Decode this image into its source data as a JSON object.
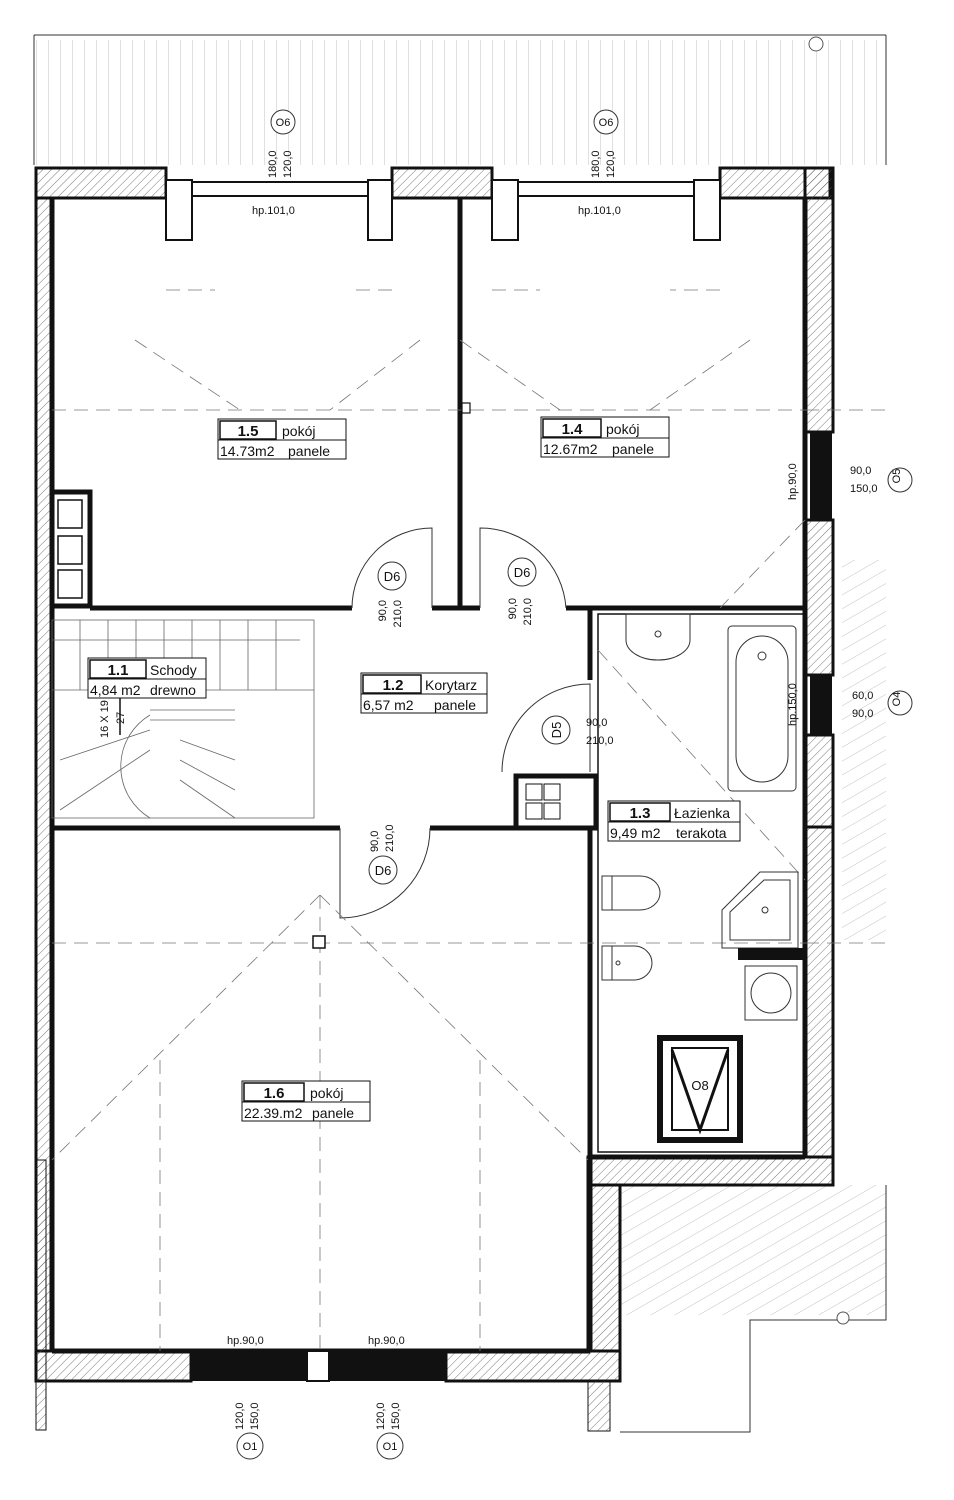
{
  "rooms": [
    {
      "id": "1.1",
      "name": "Schody",
      "area": "4,84 m2",
      "floor": "drewno"
    },
    {
      "id": "1.2",
      "name": "Korytarz",
      "area": "6,57 m2",
      "floor": "panele"
    },
    {
      "id": "1.3",
      "name": "Łazienka",
      "area": "9,49 m2",
      "floor": "terakota"
    },
    {
      "id": "1.4",
      "name": "pokój",
      "area": "12.67m2",
      "floor": "panele"
    },
    {
      "id": "1.5",
      "name": "pokój",
      "area": "14.73m2",
      "floor": "panele"
    },
    {
      "id": "1.6",
      "name": "pokój",
      "area": "22.39.m2",
      "floor": "panele"
    }
  ],
  "doors": {
    "d6": "D6",
    "d5": "D5",
    "w90": "90,0",
    "h210": "210,0"
  },
  "windows": {
    "o6": "O6",
    "o6_w": "180,0",
    "o6_h": "120,0",
    "o6_sill": "hp.101,0",
    "o5": "O5",
    "o5_w": "90,0",
    "o5_h": "150,0",
    "o5_sill": "hp.90,0",
    "o4": "O4",
    "o4_w": "60,0",
    "o4_h": "90,0",
    "o4_sill": "hp.150,0",
    "o1": "O1",
    "o1_w": "120,0",
    "o1_h": "150,0",
    "o1_sill": "hp.90,0",
    "o8": "O8"
  },
  "stairs": {
    "dims": "16 X 19",
    "steps": "27"
  }
}
